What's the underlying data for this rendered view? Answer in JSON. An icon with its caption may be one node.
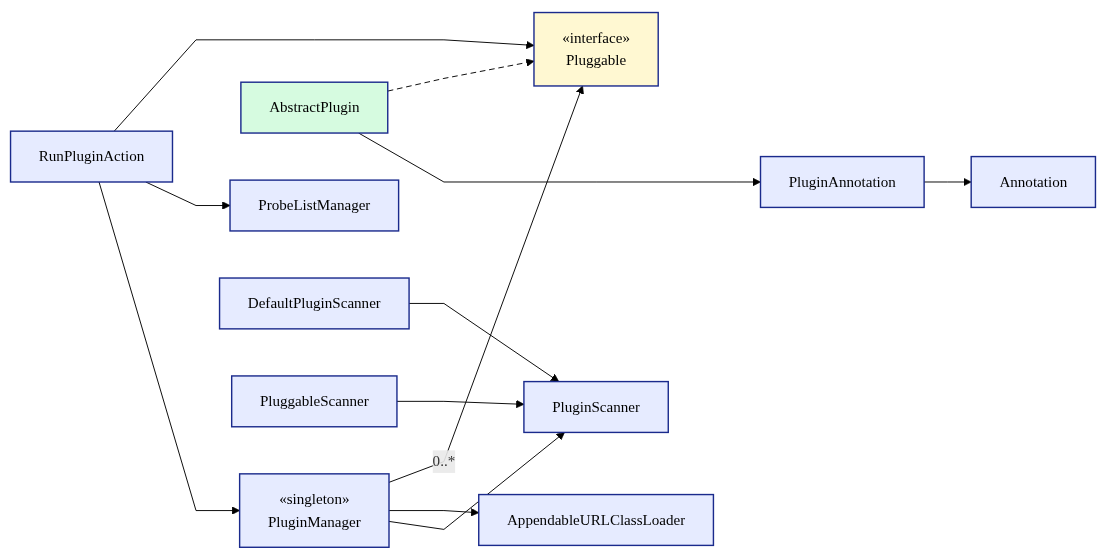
{
  "diagram": {
    "nodes": [
      {
        "text": [
          "«interface»",
          "Pluggable"
        ]
      },
      {
        "text": [
          "RunPluginAction"
        ]
      },
      {
        "text": [
          "ProbeListManager"
        ]
      },
      {
        "text": [
          "AbstractPlugin"
        ]
      },
      {
        "text": [
          "«singleton»",
          "PluginManager"
        ]
      },
      {
        "text": [
          "AppendableURLClassLoader"
        ]
      },
      {
        "text": [
          "PluginAnnotation"
        ]
      },
      {
        "text": [
          "PluginScanner"
        ]
      },
      {
        "text": [
          "Annotation"
        ]
      },
      {
        "text": [
          "DefaultPluginScanner"
        ]
      },
      {
        "text": [
          "PluggableScanner"
        ]
      }
    ],
    "edges": [
      {
        "from": 1,
        "to": 0,
        "arrow": "to"
      },
      {
        "from": 1,
        "to": 2,
        "arrow": "to"
      },
      {
        "from": 3,
        "to": 0,
        "arrow": "to",
        "style": "dashed"
      },
      {
        "from": 4,
        "to": 0,
        "arrow": "to",
        "label": "0..*"
      },
      {
        "from": 1,
        "to": 4,
        "arrow": "to"
      },
      {
        "from": 4,
        "to": 5,
        "arrow": "to"
      },
      {
        "from": 3,
        "to": 6,
        "arrow": "to"
      },
      {
        "from": 4,
        "to": 7,
        "arrow": "to"
      },
      {
        "from": 6,
        "to": 8,
        "arrow": "to"
      },
      {
        "from": 9,
        "to": 7,
        "arrow": "to"
      },
      {
        "from": 10,
        "to": 7,
        "arrow": "to"
      }
    ]
  }
}
